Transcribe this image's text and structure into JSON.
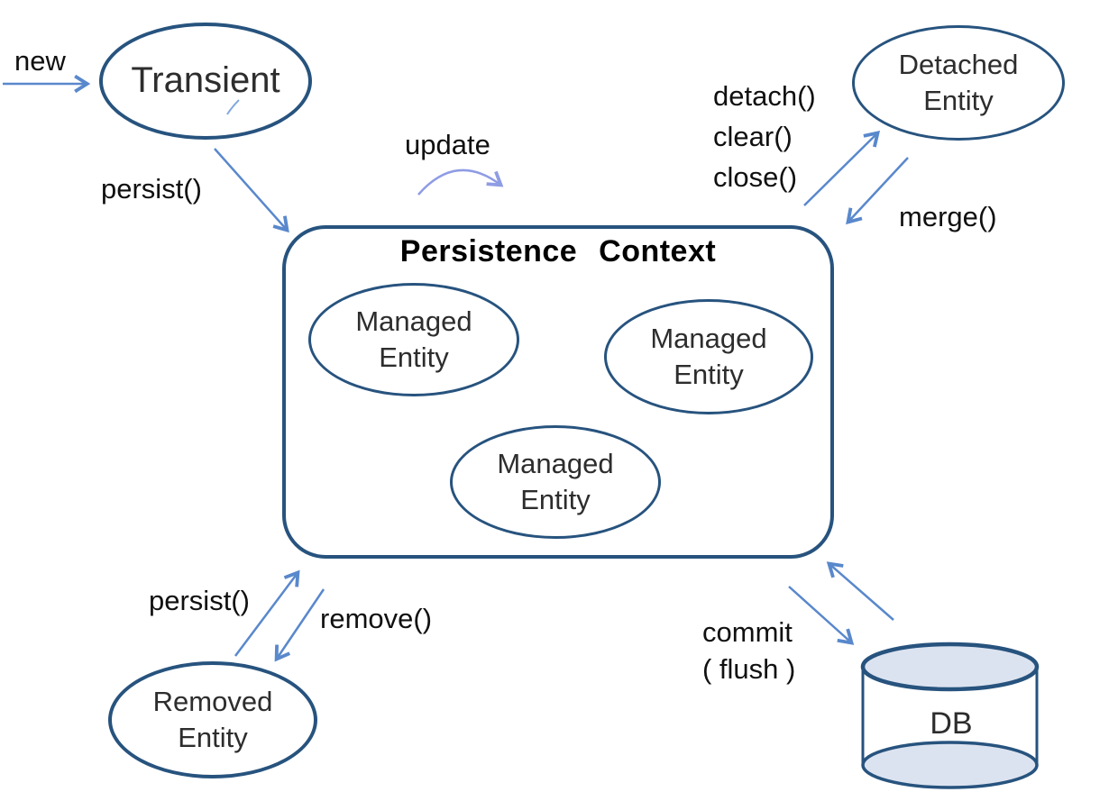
{
  "diagram": {
    "nodes": {
      "transient": {
        "label": "Transient"
      },
      "persistence_context": {
        "title": "Persistence Context"
      },
      "managed_entities": [
        "Managed Entity",
        "Managed Entity",
        "Managed Entity"
      ],
      "detached": {
        "label": "Detached Entity"
      },
      "removed": {
        "label": "Removed Entity"
      },
      "db": {
        "label": "DB"
      }
    },
    "transitions": {
      "new": "new",
      "persist_from_transient": "persist()",
      "update": "update",
      "detach_ops": [
        "detach()",
        "clear()",
        "close()"
      ],
      "merge": "merge()",
      "persist_from_removed": "persist()",
      "remove": "remove()",
      "commit": [
        "commit",
        "( flush )"
      ]
    }
  },
  "colors": {
    "node_stroke": "#27537e",
    "arrow": "#5988cc",
    "update_arrow": "#8f9ce4",
    "node_text": "#2d2d2d",
    "label_text": "#101010",
    "cylinder_fill": "#dce3f0",
    "background": "#ffffff"
  }
}
